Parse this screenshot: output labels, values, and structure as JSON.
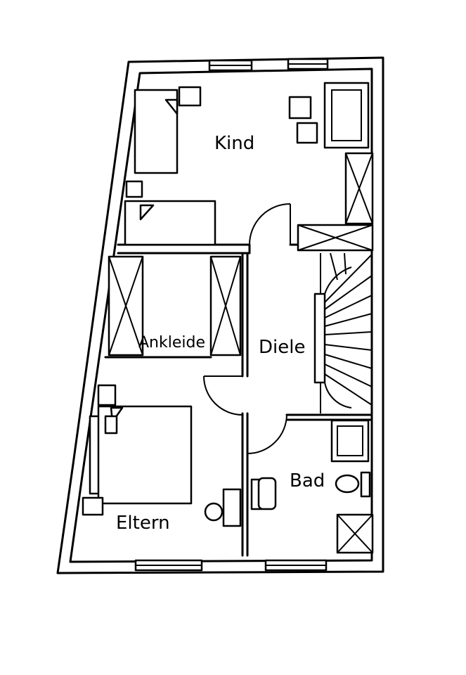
{
  "rooms": {
    "kind": "Kind",
    "ankleide": "Ankleide",
    "diele": "Diele",
    "bad": "Bad",
    "eltern": "Eltern"
  }
}
